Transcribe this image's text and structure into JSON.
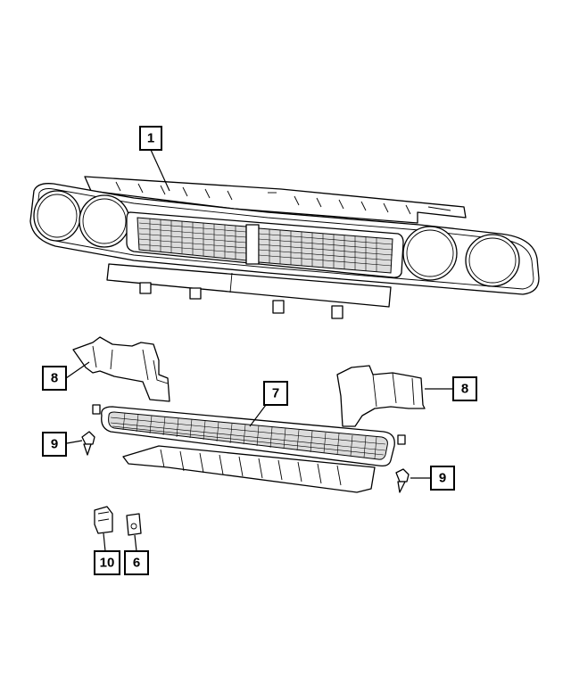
{
  "diagram": {
    "type": "exploded parts diagram",
    "callouts": [
      {
        "id": "callout-1",
        "label": "1"
      },
      {
        "id": "callout-8-left",
        "label": "8"
      },
      {
        "id": "callout-8-right",
        "label": "8"
      },
      {
        "id": "callout-7",
        "label": "7"
      },
      {
        "id": "callout-9-left",
        "label": "9"
      },
      {
        "id": "callout-9-right",
        "label": "9"
      },
      {
        "id": "callout-10",
        "label": "10"
      },
      {
        "id": "callout-6",
        "label": "6"
      }
    ],
    "colors": {
      "line": "#000000",
      "background": "#ffffff"
    }
  }
}
